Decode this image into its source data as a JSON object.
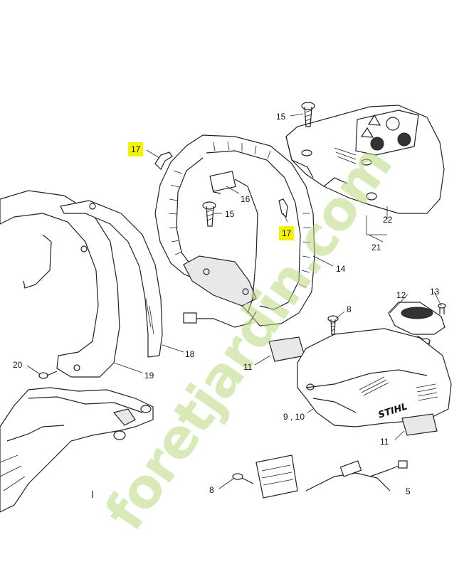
{
  "watermark": "foretjardin.com",
  "brand": "STIHL",
  "labels": {
    "p17a": "17",
    "p17b": "17",
    "p15a": "15",
    "p15b": "15",
    "p16": "16",
    "p14": "14",
    "p22": "22",
    "p21": "21",
    "p12": "12",
    "p13": "13",
    "p8a": "8",
    "p8b": "8",
    "p18": "18",
    "p19": "19",
    "p20": "20",
    "p11a": "11",
    "p11b": "11",
    "p910": "9 , 10",
    "p5": "5"
  },
  "colors": {
    "highlight": "#f5f200",
    "watermark": "#b9d97e"
  }
}
